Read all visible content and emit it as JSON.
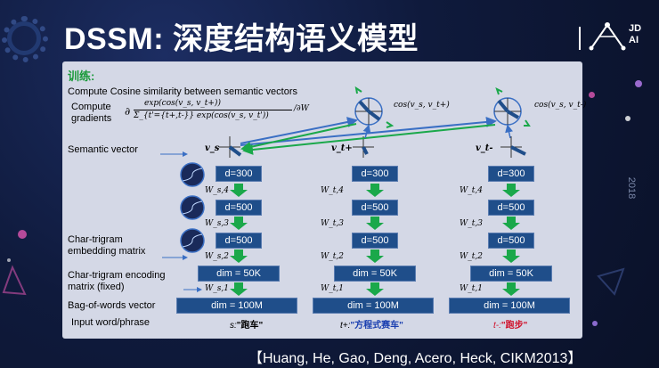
{
  "slide": {
    "title": "DSSM: 深度结构语义模型",
    "logo_text": "JD AI",
    "year": "2018",
    "citation": "【Huang, He, Gao, Deng, Acero, Heck, CIKM2013】"
  },
  "panel": {
    "heading": "训练:",
    "compute_cosine": "Compute Cosine similarity between semantic vectors",
    "compute_gradients": "Compute\ngradients",
    "gradient_formula_numerator": "exp(cos(v_s, v_t+))",
    "gradient_formula_denominator": "Σ_{t'={t+,t-}} exp(cos(v_s, v_t'))",
    "gradient_formula_suffix": "/∂W",
    "cos_plus": "cos(v_s, v_t+)",
    "cos_minus": "cos(v_s, v_t-)",
    "row_labels": {
      "semantic_vector": "Semantic vector",
      "char_trigram_embedding": "Char-trigram\nembedding matrix",
      "char_trigram_encoding": "Char-trigram encoding\nmatrix (fixed)",
      "bag_of_words": "Bag-of-words vector",
      "input_word": "Input word/phrase"
    },
    "vector_labels": {
      "s": "v_s",
      "tplus": "v_t+",
      "tminus": "v_t-"
    },
    "columns": [
      {
        "id": "s",
        "boxes": [
          "d=300",
          "d=500",
          "d=500",
          "dim = 50K",
          "dim = 100M"
        ],
        "weights": [
          "W_s,4",
          "W_s,3",
          "W_s,2",
          "W_s,1"
        ],
        "input_prefix": "s:",
        "input_word": "\"跑车\"",
        "input_color": "#000000"
      },
      {
        "id": "tplus",
        "boxes": [
          "d=300",
          "d=500",
          "d=500",
          "dim = 50K",
          "dim = 100M"
        ],
        "weights": [
          "W_t,4",
          "W_t,3",
          "W_t,2",
          "W_t,1"
        ],
        "input_prefix": "t+:",
        "input_word": "\"方程式赛车\"",
        "input_color": "#1a3fb0"
      },
      {
        "id": "tminus",
        "boxes": [
          "d=300",
          "d=500",
          "d=500",
          "dim = 50K",
          "dim = 100M"
        ],
        "weights": [
          "W_t,4",
          "W_t,3",
          "W_t,2",
          "W_t,1"
        ],
        "input_prefix": "t-:",
        "input_word": "\"跑步\"",
        "input_color": "#d0102a"
      }
    ]
  },
  "colors": {
    "box_fill": "#1f4e8a",
    "arrow_green": "#1aa84a",
    "arrow_blue": "#3a6fc4",
    "heading_green": "#1a9a3a",
    "panel_bg": "#d4d8e6"
  },
  "icons": [
    "tanh-activation-icon",
    "cosine-circle-icon",
    "down-arrow-icon"
  ]
}
